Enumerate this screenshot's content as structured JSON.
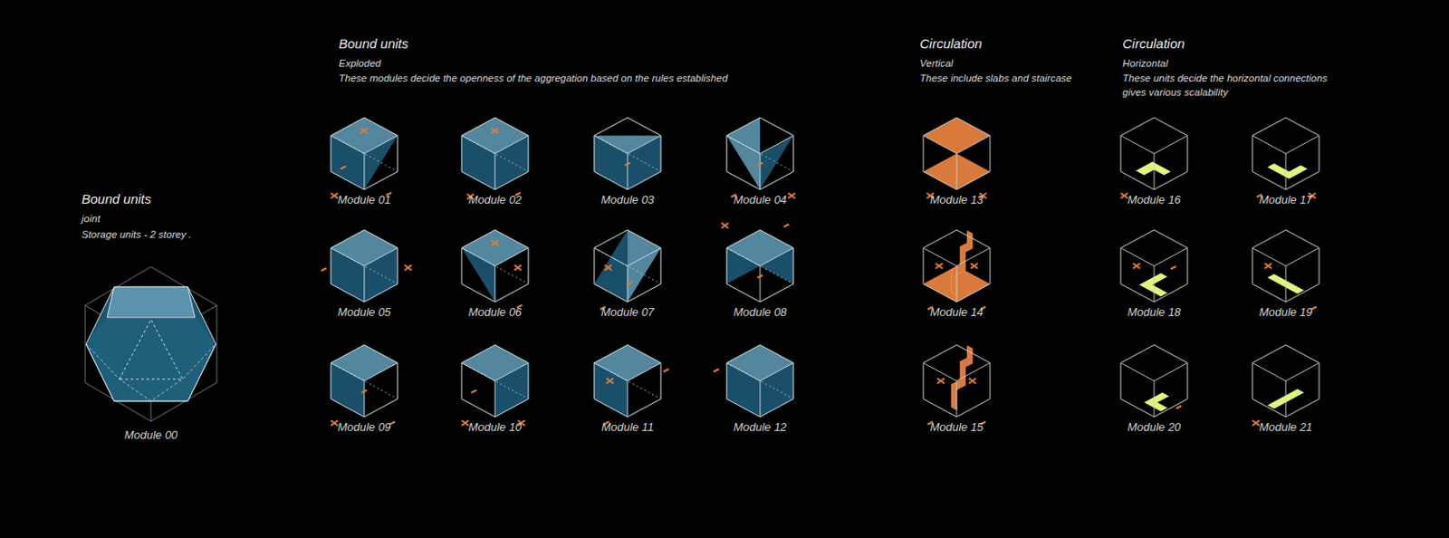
{
  "diagram": {
    "nodes": [
      {
        "text": [
          "Module 00"
        ]
      },
      {
        "text": [
          "Module 01"
        ]
      },
      {
        "text": [
          "Module 02"
        ]
      },
      {
        "text": [
          "Module 03"
        ]
      },
      {
        "text": [
          "Module 04"
        ]
      },
      {
        "text": [
          "Module 05"
        ]
      },
      {
        "text": [
          "Module 06"
        ]
      },
      {
        "text": [
          "Module 07"
        ]
      },
      {
        "text": [
          "Module 08"
        ]
      },
      {
        "text": [
          "Module 09"
        ]
      },
      {
        "text": [
          "Module 10"
        ]
      },
      {
        "text": [
          "Module 11"
        ]
      },
      {
        "text": [
          "Module 12"
        ]
      },
      {
        "text": [
          "Module 13"
        ]
      },
      {
        "text": [
          "Module 14"
        ]
      },
      {
        "text": [
          "Module 15"
        ]
      },
      {
        "text": [
          "Module 16"
        ]
      },
      {
        "text": [
          "Module 17"
        ]
      },
      {
        "text": [
          "Module 18"
        ]
      },
      {
        "text": [
          "Module 19"
        ]
      },
      {
        "text": [
          "Module 20"
        ]
      },
      {
        "text": [
          "Module 21"
        ]
      }
    ],
    "labels": [
      "Bound units",
      "joint",
      "Storage units - 2 storey .",
      "Bound units",
      "Exploded",
      "These modules decide the openness of the aggregation based on the rules established",
      "Circulation",
      "Vertical",
      "These include slabs and staircase",
      "Circulation",
      "Horizontal",
      "These units decide the horizontal connections gives various scalability"
    ]
  }
}
